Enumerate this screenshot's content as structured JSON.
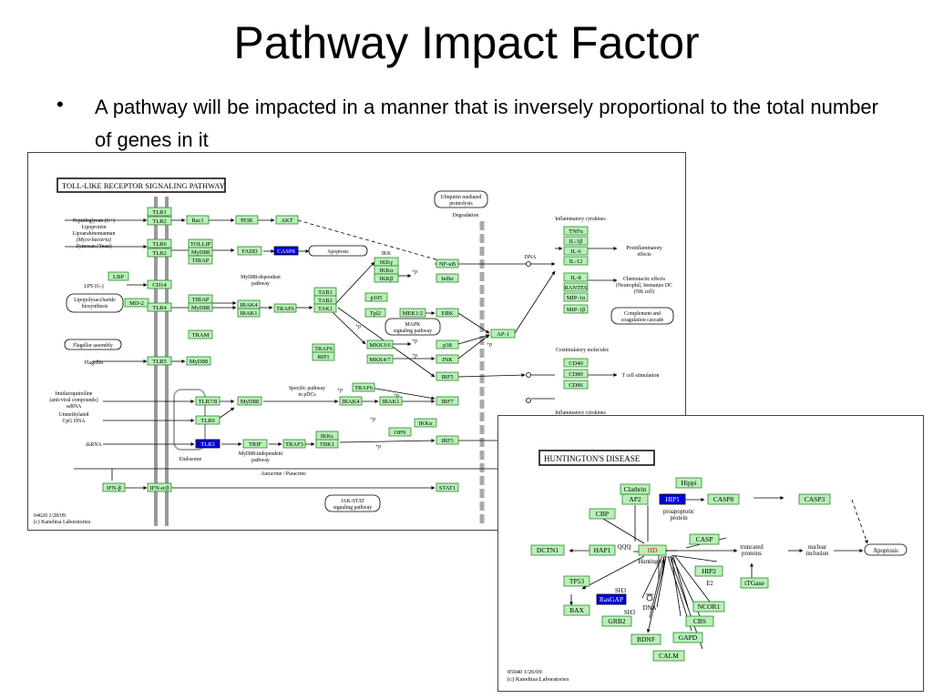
{
  "slide": {
    "title": "Pathway Impact Factor",
    "bullet_symbol": "•",
    "bullet": "A pathway will be impacted in a manner that is inversely proportional to the total number of genes in it"
  },
  "colors": {
    "gene_fill": "#b8f0b8",
    "gene_border": "#2a8a2a",
    "highlight": "#0000dd",
    "disease": "#ff0000"
  },
  "tlr": {
    "title": "TOLL-LIKE RECEPTOR SIGNALING PATHWAY",
    "footer1": "04620  1/28/09",
    "footer2": "(c) Kanehisa Laboratories",
    "boxes": {
      "tlr1": "TLR1",
      "tlr2a": "TLR2",
      "tlr6": "TLR6",
      "tlr2b": "TLR2",
      "lbp": "LBP",
      "cd14": "CD14",
      "md2": "MD-2",
      "tlr4": "TLR4",
      "tlr5": "TLR5",
      "tlr7": "TLR7/8",
      "tlr9": "TLR9",
      "tlr3": "TLR3",
      "rac1": "Rac1",
      "pi3k": "PI3K",
      "akt": "AKT",
      "tollip": "TOLLIP",
      "myd88a": "MyD88",
      "tirap1": "TIRAP",
      "fadd": "FADD",
      "casp8": "CASP8",
      "tirap2": "TIRAP",
      "myd88b": "MyD88",
      "tram": "TRAM",
      "myd88c": "MyD88",
      "myd88d": "MyD88",
      "irak4": "IRAK4",
      "irak1": "IRAK1",
      "traf6a": "TRAF6",
      "tab1": "TAB1",
      "tab2": "TAB2",
      "tak1": "TAK1",
      "ikkg": "IKKγ",
      "ikka": "IKKα",
      "ikkb": "IKKβ",
      "nfkb": "NF-κB",
      "ikba": "IκBα",
      "p105": "p105",
      "tpl2": "Tpl2",
      "mek12": "MEK1/2",
      "erk": "ERK",
      "traf6b": "TRAF6",
      "rip1": "RIP1",
      "mkk36": "MKK3/6",
      "mkk47": "MKK4/7",
      "p38": "p38",
      "jnk": "JNK",
      "ap1": "AP-1",
      "irf5": "IRF5",
      "traf6c": "TRAF6",
      "irak4b": "IRAK4",
      "irak1b": "IRAK1",
      "irf7": "IRF7",
      "ikkab": "IKKα",
      "opn": "OPN",
      "trif": "TRIF",
      "traf3": "TRAF3",
      "ikke": "IKKε",
      "tbk1": "TBK1",
      "irf3": "IRF3",
      "ifnb": "IFN-β",
      "ifnab": "IFN-α/β",
      "stat1": "STAT1",
      "tnfa": "TNFα",
      "il1b": "IL-1β",
      "il6": "IL-6",
      "il12": "IL-12",
      "il8": "IL-8",
      "rantes": "RANTES",
      "mip1a": "MIP-1α",
      "mip1b": "MIP-1β",
      "cd40": "CD40",
      "cd80": "CD80",
      "cd86": "CD86"
    },
    "labels": {
      "lig1": "Peptidoglycan (G+)",
      "lig2": "Lipoprotein",
      "lig3": "Lipoarabinomannan",
      "lig4": "(Myco-bacteria)",
      "lig5": "Zymosan (Yeast)",
      "lps": "LPS (G-)",
      "lps_bio1": "Lipopolysaccharide",
      "lps_bio2": "biosynthesis",
      "flagellar": "Flagellar assembly",
      "flagellin": "Flagellin",
      "imid1": "Imidazoquinoline",
      "imid2": "(anti-viral compounds)",
      "imid3": "ssRNA",
      "cpg1": "Unmethylated",
      "cpg2": "CpG DNA",
      "dsrna": "dsRNA",
      "endosome": "Endosome",
      "apoptosis": "Apoptosis",
      "myd88dep1": "MyD88-dependent",
      "myd88dep2": "pathway",
      "myd88ind1": "MyD88-independent",
      "myd88ind2": "pathway",
      "ubiq1": "Ubiquitin mediated",
      "ubiq2": "proteolysis",
      "degradation": "Degradation",
      "ikk": "IKK",
      "mapk1": "MAPK",
      "mapk2": "signaling pathway",
      "spec1": "Specific pathway",
      "spec2": "in pDCs",
      "dna": "DNA",
      "inflam1": "Inflammatory cytokines",
      "proinflam1": "Proinflammatory",
      "proinflam2": "effects",
      "chemo1": "Chemotactic effects",
      "chemo2": "(Neutrophil, Immature DC",
      "chemo3": "(NK cell)",
      "comp1": "Complement and",
      "comp2": "coagulation cascade",
      "costim": "Costimulatory molecules",
      "tcell": "T cell stimulation",
      "inflam2": "Inflammatory cytokines",
      "autocrine": "Autocrine / Paracrine",
      "jak1": "JAK-STAT",
      "jak2": "signaling pathway",
      "p": "+p"
    }
  },
  "hd": {
    "title": "HUNTINGTON'S DISEASE",
    "footer1": "05040  1/26/09",
    "footer2": "(c) Kanehisa Laboratories",
    "boxes": {
      "hippi": "Hippi",
      "clathrin": "Clathrin",
      "ap2": "AP2",
      "hip1": "HIP1",
      "casp8": "CASP8",
      "casp3": "CASP3",
      "cbp": "CBP",
      "casp": "CASP",
      "dctn1": "DCTN1",
      "hap1": "HAP1",
      "hd": "HD",
      "hip2": "HIP2",
      "tp53": "TP53",
      "rasgap": "RasGAP",
      "ncor1": "NCOR1",
      "tgase": "tTGase",
      "bax": "BAX",
      "grb2": "GRB2",
      "cbs": "CBS",
      "gapd": "GAPD",
      "bdnf": "BDNF",
      "calm": "CALM"
    },
    "labels": {
      "proapop1": "proapoptotic",
      "proapop2": "protein",
      "qqq": "QQQ",
      "huntingtin": "Huntingtin",
      "trunc1": "truncated",
      "trunc2": "proteins",
      "nuc1": "nuclear",
      "nuc2": "inclusion",
      "apoptosis": "Apoptosis",
      "e2": "E2",
      "sh3a": "SH3",
      "sh3b": "SH3",
      "dna": "DNA"
    }
  }
}
